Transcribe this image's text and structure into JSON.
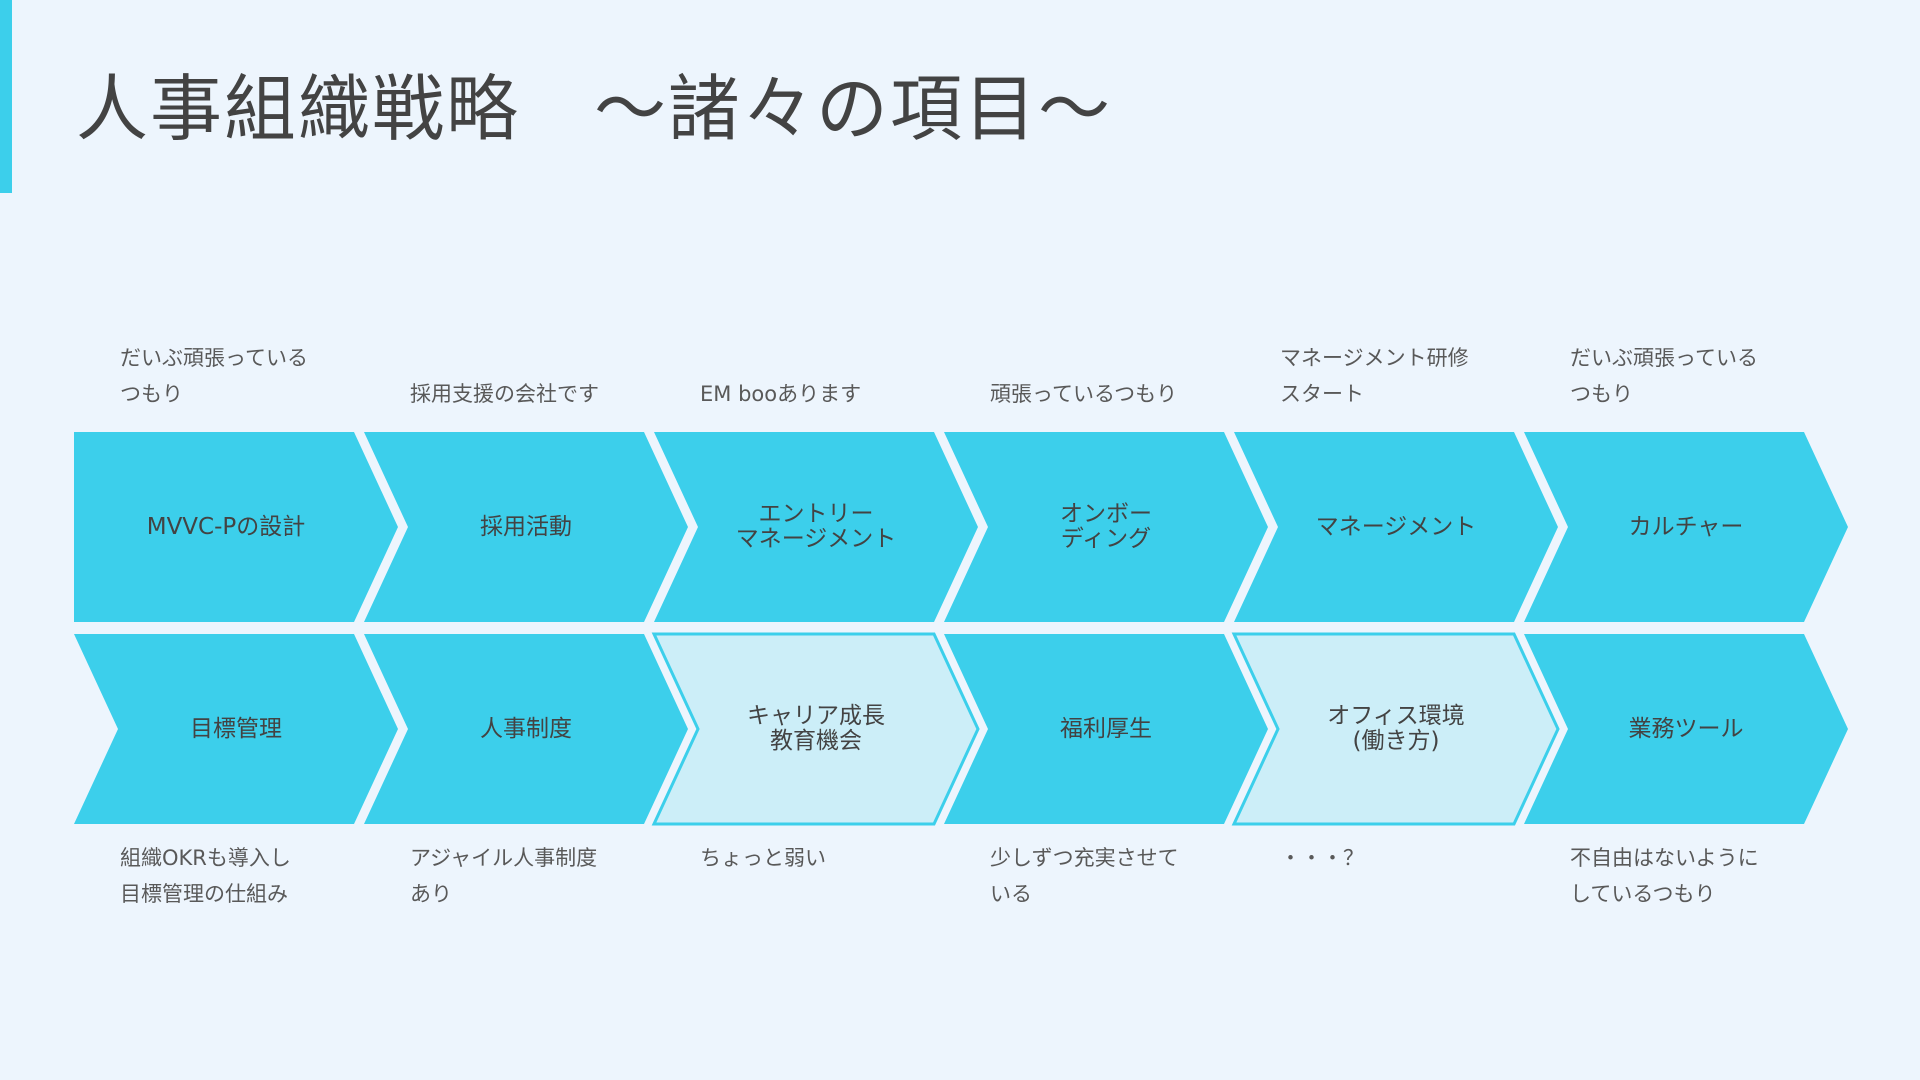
{
  "title": "人事組織戦略　～諸々の項目～",
  "colors": {
    "accent": "#3CCFEB",
    "chevron_fill": "#3CCFEB",
    "chevron_light_fill": "#CCEEF8",
    "background": "#EDF5FD",
    "text": "#434343",
    "note_text": "#595959"
  },
  "top_row": [
    {
      "label": "MVVC-Pの設計",
      "note": "だいぶ頑張っている\nつもり",
      "style": "solid"
    },
    {
      "label": "採用活動",
      "note": "採用支援の会社です",
      "style": "solid"
    },
    {
      "label": "エントリー\nマネージメント",
      "note": "EM booあります",
      "style": "solid"
    },
    {
      "label": "オンボー\nディング",
      "note": "頑張っているつもり",
      "style": "solid"
    },
    {
      "label": "マネージメント",
      "note": "マネージメント研修\nスタート",
      "style": "solid"
    },
    {
      "label": "カルチャー",
      "note": "だいぶ頑張っている\nつもり",
      "style": "solid"
    }
  ],
  "bottom_row": [
    {
      "label": "目標管理",
      "note": "組織OKRも導入し\n目標管理の仕組み",
      "style": "solid"
    },
    {
      "label": "人事制度",
      "note": "アジャイル人事制度\nあり",
      "style": "solid"
    },
    {
      "label": "キャリア成長\n教育機会",
      "note": "ちょっと弱い",
      "style": "light"
    },
    {
      "label": "福利厚生",
      "note": "少しずつ充実させて\nいる",
      "style": "solid"
    },
    {
      "label": "オフィス環境\n(働き方)",
      "note": "・・・？",
      "style": "light"
    },
    {
      "label": "業務ツール",
      "note": "不自由はないように\nしているつもり",
      "style": "solid"
    }
  ]
}
